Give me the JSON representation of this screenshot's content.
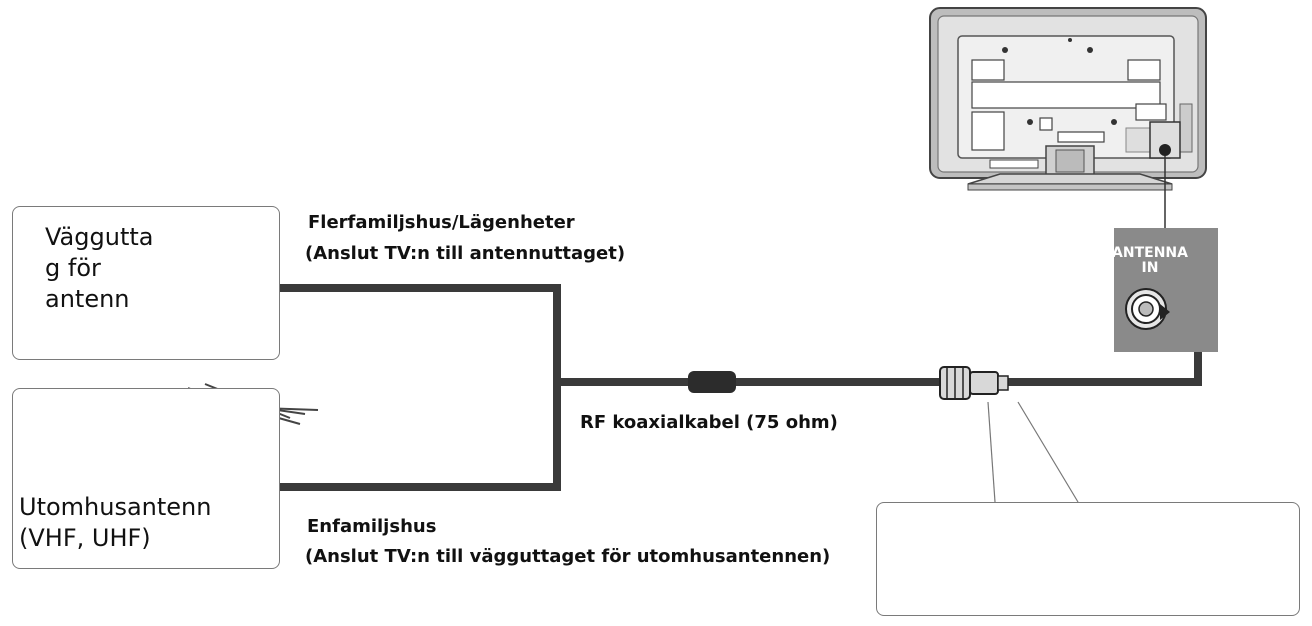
{
  "wall_socket": {
    "label": "Väggutta\ng för\nantenn"
  },
  "outdoor_antenna": {
    "label": "Utomhusantenn\n(VHF, UHF)"
  },
  "multifamily": {
    "title": "Flerfamiljshus/Lägenheter",
    "subtitle": "(Anslut TV:n till antennuttaget)"
  },
  "singlefamily": {
    "title": "Enfamiljshus",
    "subtitle": "(Anslut TV:n till vägguttaget för utomhusantennen)"
  },
  "cable": {
    "label": "RF koaxialkabel (75 ohm)"
  },
  "antenna_input": {
    "label": "ANTENNA\nIN"
  },
  "colors": {
    "cable": "#3a3a3a",
    "panel": "#8a8a8a",
    "tv_body": "#d8d8d8"
  }
}
